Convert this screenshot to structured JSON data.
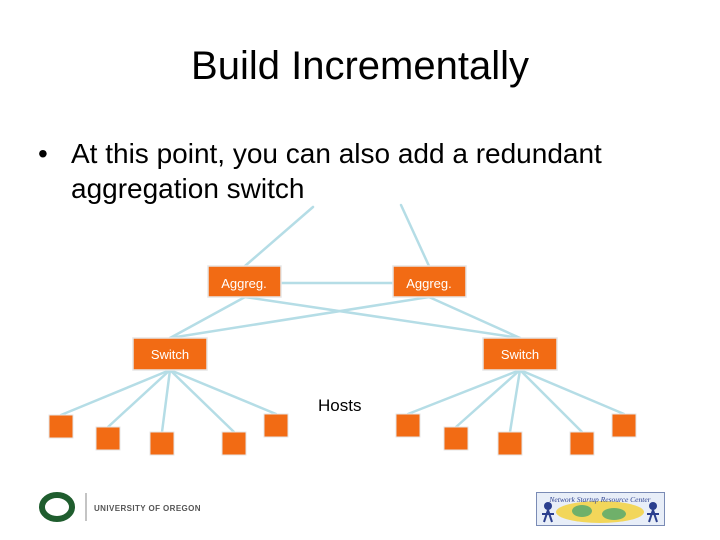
{
  "slide": {
    "title": "Build Incrementally",
    "bullet_marker": "•",
    "bullet_text": "At this point, you can also add a redundant aggregation switch"
  },
  "diagram": {
    "aggregation_switches": [
      {
        "label": "Aggreg."
      },
      {
        "label": "Aggreg."
      }
    ],
    "access_switches": [
      {
        "label": "Switch"
      },
      {
        "label": "Switch"
      }
    ],
    "hosts_label": "Hosts",
    "host_count": 10,
    "colors": {
      "box": "#f26b14",
      "box_border": "#e6e6e6",
      "link": "#b5dde6",
      "label": "#ffffff"
    }
  },
  "footer": {
    "left_logo_text": "UNIVERSITY OF OREGON",
    "left_logo_colors": {
      "mark": "#1f5d2e",
      "text": "#555555"
    },
    "right_logo_text": "Network Startup Resource Center"
  }
}
